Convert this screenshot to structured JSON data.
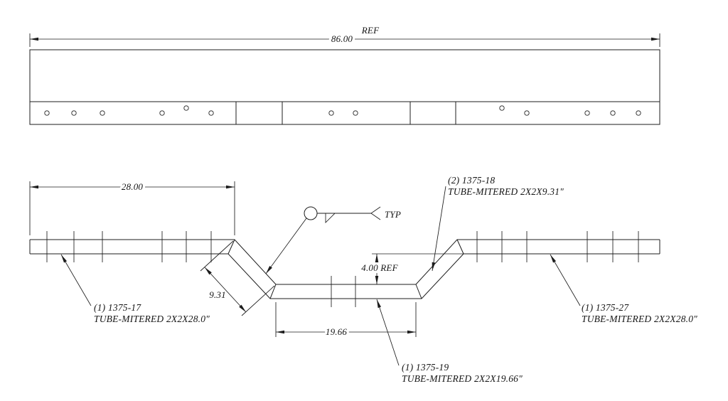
{
  "colors": {
    "ink": "#1c1c1c",
    "background": "#ffffff"
  },
  "top_view": {
    "overall_dim": "86.00",
    "overall_ref": "REF"
  },
  "front_view": {
    "left_tube_dim": "28.00",
    "diagonal_tube_dim": "9.31",
    "drop_dim": "4.00 REF",
    "bottom_tube_dim": "19.66",
    "weld_note": "TYP"
  },
  "callouts": {
    "left_tube": {
      "qty_part": "(1) 1375-17",
      "desc": "TUBE-MITERED 2X2X28.0\""
    },
    "diagonal_tubes": {
      "qty_part": "(2) 1375-18",
      "desc": "TUBE-MITERED 2X2X9.31\""
    },
    "bottom_tube": {
      "qty_part": "(1) 1375-19",
      "desc": "TUBE-MITERED 2X2X19.66\""
    },
    "right_tube": {
      "qty_part": "(1) 1375-27",
      "desc": "TUBE-MITERED 2X2X28.0\""
    }
  }
}
